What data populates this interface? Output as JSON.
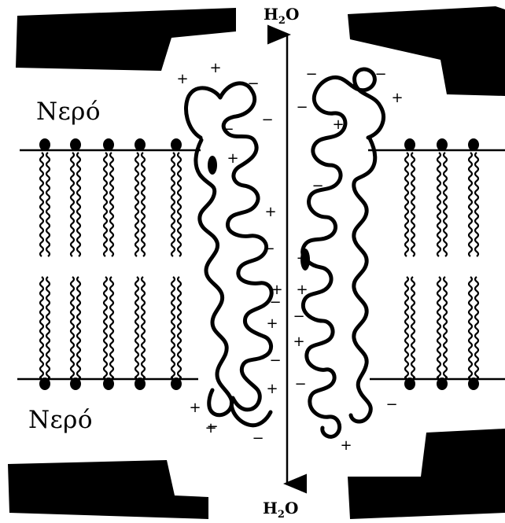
{
  "labels": {
    "water_top": "Νερό",
    "water_bottom": "Νερό",
    "channel_top": {
      "element": "H",
      "subscript": "2",
      "tail": "O"
    },
    "channel_bottom": {
      "element": "H",
      "subscript": "2",
      "tail": "O"
    }
  },
  "charges": {
    "plus": "+",
    "minus": "−"
  },
  "colors": {
    "ink": "#000000",
    "background": "#ffffff"
  }
}
